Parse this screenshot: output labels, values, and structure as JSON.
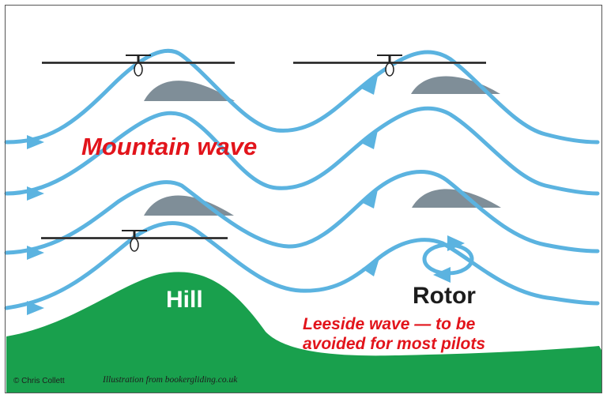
{
  "labels": {
    "mountain_wave": "Mountain wave",
    "hill": "Hill",
    "rotor": "Rotor",
    "leeside_line1": "Leeside wave — to be",
    "leeside_line2": "avoided for most pilots"
  },
  "credits": {
    "copyright": "© Chris Collett",
    "source": "Illustration from bookergliding.co.uk"
  },
  "colors": {
    "airflow": "#5bb3e0",
    "terrain": "#19a04d",
    "cloud": "#7f8e98",
    "glider": "#222222",
    "annotation_red": "#e2141b"
  }
}
